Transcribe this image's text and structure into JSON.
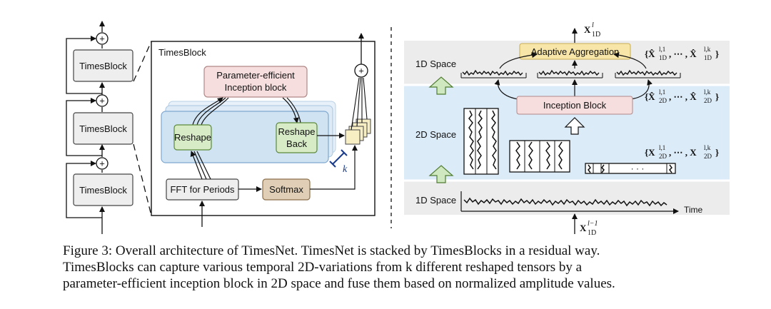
{
  "left": {
    "stack_block_label": "TimesBlock",
    "plus_symbol": "+",
    "detail_title": "TimesBlock",
    "inception_line1": "Parameter-efficient",
    "inception_line2": "Inception block",
    "reshape": "Reshape",
    "reshape_back_line1": "Reshape",
    "reshape_back_line2": "Back",
    "k_label": "k",
    "fft": "FFT for Periods",
    "softmax": "Softmax"
  },
  "right": {
    "output_label": "X",
    "output_sup": "l",
    "output_sub": "1D",
    "adaptive_aggregation": "Adaptive Aggregation",
    "space_1d_top": "1D Space",
    "space_2d": "2D Space",
    "space_1d_bottom": "1D Space",
    "inception_block": "Inception Block",
    "set_1d_hat": "{X̂",
    "set_1d_hat_sup1": "l,1",
    "set_1d_hat_sub": "1D",
    "set_mid": ", ⋯ , X̂",
    "set_1d_hat_sup2": "l,k",
    "set_close": "}",
    "set_2d_hat_sub": "2D",
    "set_2d_plain_open": "{X",
    "set_2d_plain_mid": ", ⋯ , X",
    "dots": "· · ·",
    "time_label": "Time",
    "input_label": "X",
    "input_sup": "l−1",
    "input_sub": "1D"
  },
  "caption": {
    "line1": "Figure 3: Overall architecture of TimesNet. TimesNet is stacked by TimesBlocks in a residual way.",
    "line2": "TimesBlocks can capture various temporal 2D-variations from k different reshaped tensors by a",
    "line3": "parameter-efficient inception block in 2D space and fuse them based on normalized amplitude values."
  },
  "colors": {
    "timesblock_fill": "#eeeeee",
    "inception_fill": "#f6dede",
    "inception_stroke": "#b08888",
    "blue_panel": "#cfe3f3",
    "blue_stroke": "#7fa8cf",
    "green_box": "#d6ebc6",
    "green_stroke": "#5d8a3a",
    "softmax_fill": "#e0cfb6",
    "softmax_stroke": "#8a6e4a",
    "yellow_box": "#f8eec4",
    "aggregation_fill": "#f8e6a8",
    "space_gray": "#ececec",
    "space_blue": "#dcebf8",
    "up_arrow_fill": "#cfe8bf",
    "up_arrow_stroke": "#4f7c32",
    "k_color": "#1a3c8c"
  }
}
